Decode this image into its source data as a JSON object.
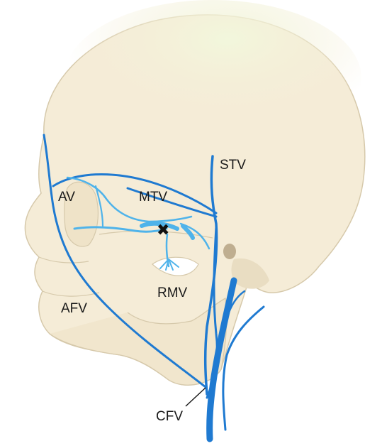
{
  "labels": {
    "av": "AV",
    "mtv": "MTV",
    "stv": "STV",
    "rmv": "RMV",
    "afv": "AFV",
    "cfv": "CFV"
  },
  "marker": "✖",
  "colors": {
    "skull_fill": "#f5ecd7",
    "skull_shade": "#e9ddc2",
    "skull_outline": "#d6c9ab",
    "vein_dark": "#1f7ad1",
    "vein_light": "#4fb3ea",
    "ear_canal": "#bfae90",
    "cranium_highlight": "#f4f8df"
  }
}
